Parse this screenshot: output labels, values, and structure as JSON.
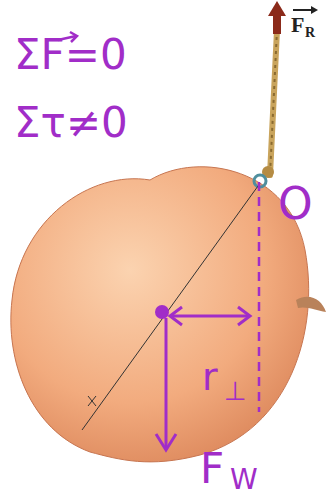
{
  "diagram": {
    "labels": [
      "ΣF=0",
      "Στ≠0",
      "O",
      "r",
      "⊥",
      "F",
      "W",
      "F",
      "R"
    ]
  }
}
